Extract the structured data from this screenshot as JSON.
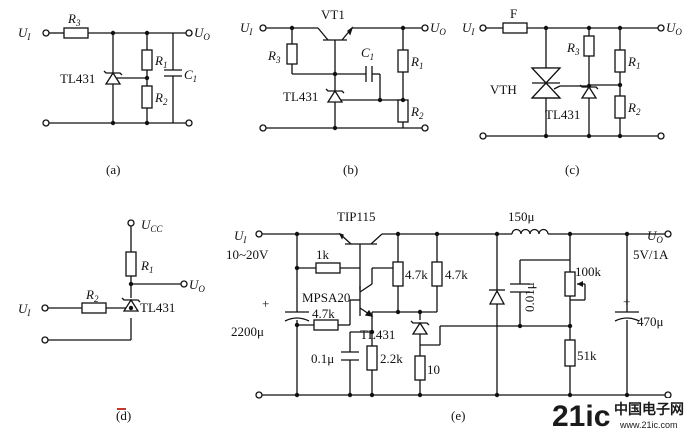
{
  "circuit_a": {
    "caption": "(a)",
    "input_main": "U",
    "input_sub": "I",
    "output_main": "U",
    "output_sub": "O",
    "r3_main": "R",
    "r3_sub": "3",
    "r1_main": "R",
    "r1_sub": "1",
    "r2_main": "R",
    "r2_sub": "2",
    "c1_main": "C",
    "c1_sub": "1",
    "regulator": "TL431"
  },
  "circuit_b": {
    "caption": "(b)",
    "input_main": "U",
    "input_sub": "I",
    "output_main": "U",
    "output_sub": "O",
    "transistor": "VT1",
    "r3_main": "R",
    "r3_sub": "3",
    "c1_main": "C",
    "c1_sub": "1",
    "r1_main": "R",
    "r1_sub": "1",
    "r2_main": "R",
    "r2_sub": "2",
    "regulator": "TL431"
  },
  "circuit_c": {
    "caption": "(c)",
    "input_main": "U",
    "input_sub": "I",
    "output_main": "U",
    "output_sub": "O",
    "fuse": "F",
    "thyristor": "VTH",
    "r3_main": "R",
    "r3_sub": "3",
    "r1_main": "R",
    "r1_sub": "1",
    "r2_main": "R",
    "r2_sub": "2",
    "regulator": "TL431"
  },
  "circuit_d": {
    "caption": "(d)",
    "supply_main": "U",
    "supply_sub": "CC",
    "input_main": "U",
    "input_sub": "I",
    "output_main": "U",
    "output_sub": "O",
    "r1_main": "R",
    "r1_sub": "1",
    "r2_main": "R",
    "r2_sub": "2",
    "regulator": "TL431"
  },
  "circuit_e": {
    "caption": "(e)",
    "input_main": "U",
    "input_sub": "I",
    "output_main": "U",
    "output_sub": "O",
    "input_range": "10~20V",
    "output_rating": "5V/1A",
    "power_transistor": "TIP115",
    "driver_transistor": "MPSA20",
    "inductor": "150μ",
    "input_cap": "2200μ",
    "output_cap": "470μ",
    "res_1k": "1k",
    "res_4k7_a": "4.7k",
    "res_4k7_b": "4.7k",
    "res_4k7_c": "4.7k",
    "cap_01": "0.1μ",
    "res_2k2": "2.2k",
    "res_10": "10",
    "cap_001": "0.01μ",
    "pot_100k": "100k",
    "res_51k": "51k",
    "regulator": "TL431",
    "plus_in": "+",
    "plus_out": "+"
  },
  "watermark": {
    "brand": "21ic",
    "brand_cn": "中国电子网",
    "url": "www.21ic.com"
  }
}
